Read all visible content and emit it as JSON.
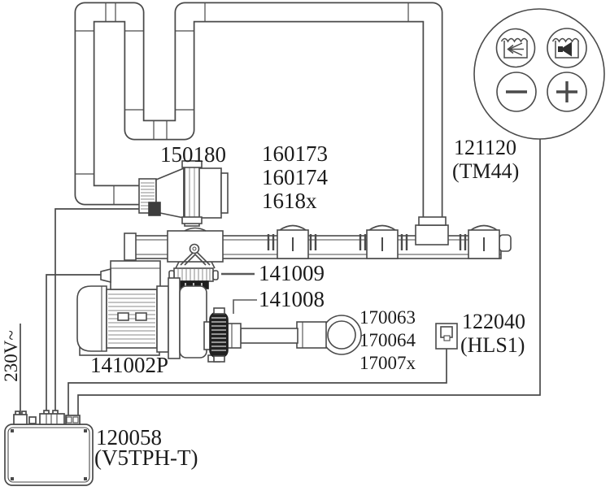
{
  "diagram_type": "spa-plumbing-and-wiring-diagram",
  "colors": {
    "background": "#ffffff",
    "line": "#4a4a4a",
    "rib_gray": "#8a8a8a",
    "dark_fill": "#1e1e1e",
    "text": "#1b1b1b"
  },
  "parts": {
    "power_supply": {
      "label": "230V~"
    },
    "air_control": {
      "number": "150180"
    },
    "jet_fittings": {
      "numbers": [
        "160173",
        "160174",
        "1618x"
      ]
    },
    "control_panel": {
      "number": "121120",
      "model": "(TM44)"
    },
    "discharge_union": {
      "number": "141009"
    },
    "suction_union": {
      "number": "141008"
    },
    "heater": {
      "numbers": [
        "170063",
        "170064",
        "17007x"
      ]
    },
    "water_level_sensor": {
      "number": "122040",
      "model": "(HLS1)"
    },
    "pump": {
      "number": "141002P"
    },
    "control_box": {
      "number": "120058",
      "model": "(V5TPH-T)"
    }
  },
  "control_panel_buttons": [
    {
      "icon": "jet-massage-icon"
    },
    {
      "icon": "underwater-light-icon"
    },
    {
      "icon": "minus-icon"
    },
    {
      "icon": "plus-icon"
    }
  ]
}
